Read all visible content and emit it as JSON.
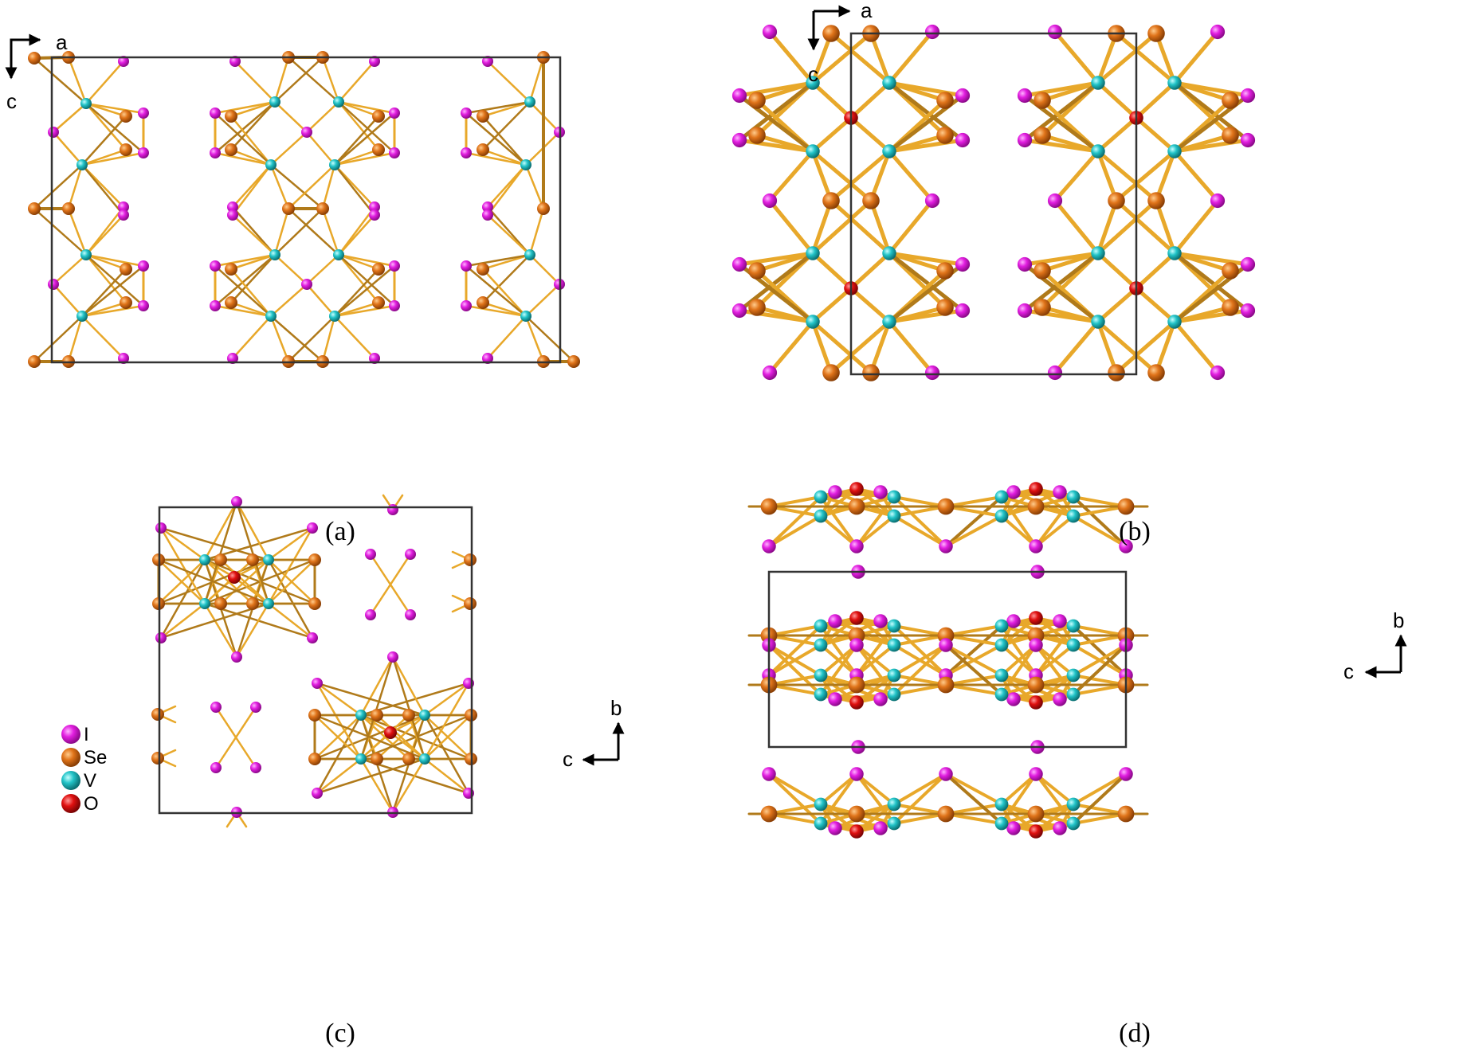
{
  "figure": {
    "panels": [
      {
        "id": "a",
        "caption": "(a)",
        "axes": {
          "horizontal": "a",
          "vertical": "c"
        }
      },
      {
        "id": "b",
        "caption": "(b)",
        "axes": {
          "horizontal": "a",
          "vertical": "c"
        }
      },
      {
        "id": "c",
        "caption": "(c)",
        "axes": {
          "horizontal": "c",
          "vertical": "b"
        }
      },
      {
        "id": "d",
        "caption": "(d)",
        "axes": {
          "horizontal": "c",
          "vertical": "b"
        }
      }
    ],
    "legend": [
      {
        "label": "I",
        "color": "#e21ee0"
      },
      {
        "label": "Se",
        "color": "#e0741a"
      },
      {
        "label": "V",
        "color": "#22c4c8"
      },
      {
        "label": "O",
        "color": "#e01010"
      }
    ],
    "bond_color": "#e8a82a",
    "cell_color": "#333333"
  }
}
